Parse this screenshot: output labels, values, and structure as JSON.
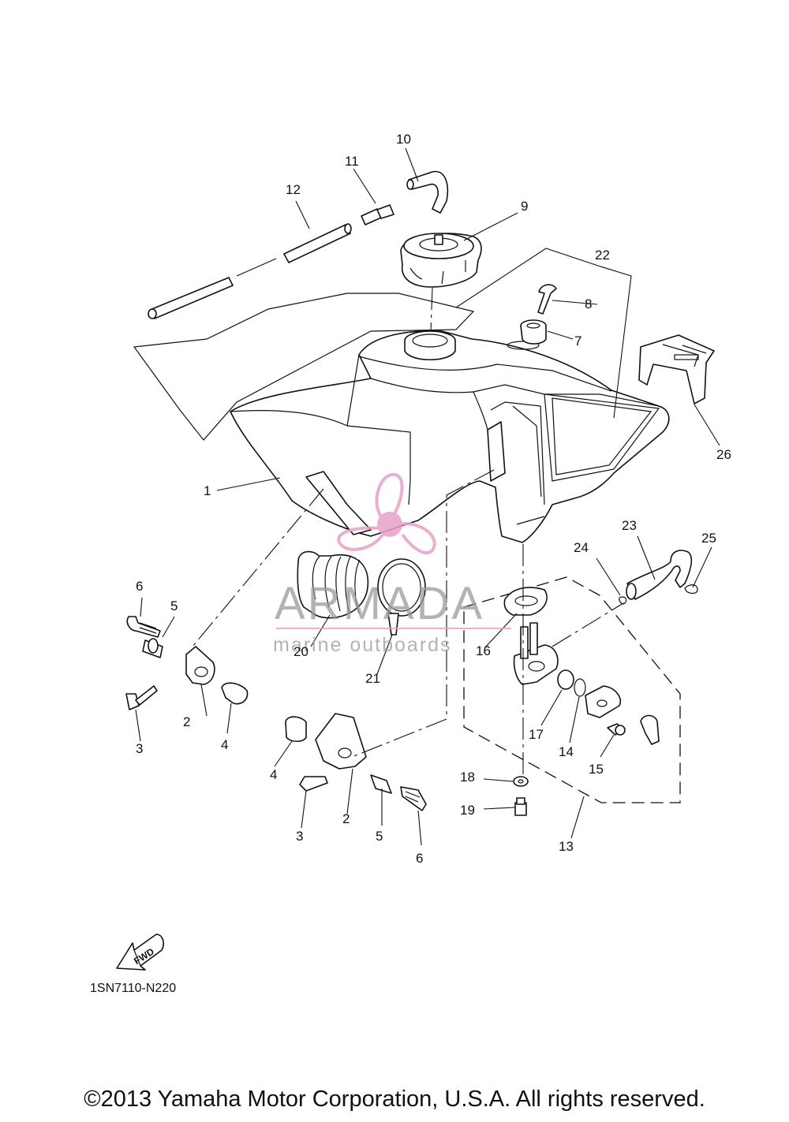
{
  "callouts": {
    "p1": "1",
    "p2a": "2",
    "p2b": "2",
    "p3a": "3",
    "p3b": "3",
    "p4a": "4",
    "p4b": "4",
    "p5a": "5",
    "p5b": "5",
    "p6a": "6",
    "p6b": "6",
    "p7": "7",
    "p8": "8",
    "p9": "9",
    "p10": "10",
    "p11": "11",
    "p12": "12",
    "p13": "13",
    "p14": "14",
    "p15": "15",
    "p16": "16",
    "p17": "17",
    "p18": "18",
    "p19": "19",
    "p20": "20",
    "p21": "21",
    "p22": "22",
    "p23": "23",
    "p24": "24",
    "p25": "25",
    "p26": "26"
  },
  "fwd_label": "FWD",
  "diagram_code": "1SN7110-N220",
  "copyright": "©2013 Yamaha Motor Corporation, U.S.A. All rights reserved.",
  "watermark": {
    "brand": "ARMADA",
    "tagline": "marine outboards",
    "pink": "#e8a0c8",
    "gray": "#9a9a9a"
  }
}
